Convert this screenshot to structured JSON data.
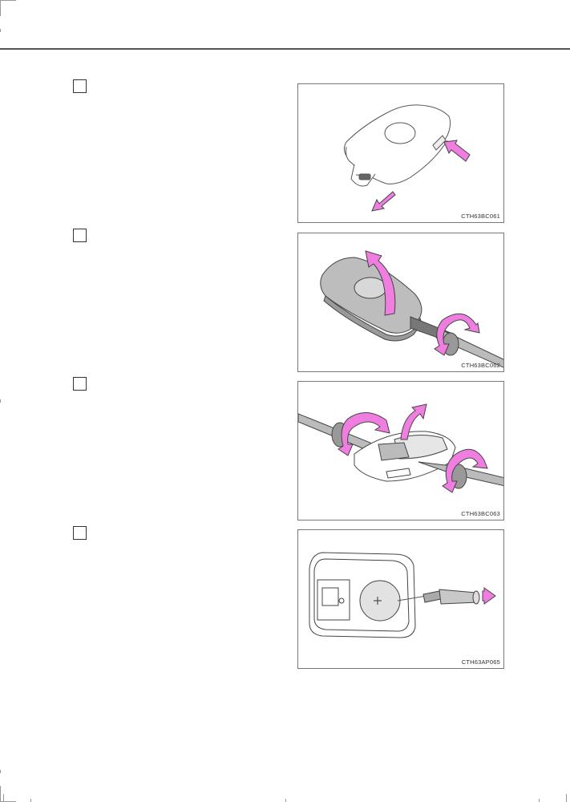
{
  "colors": {
    "arrow": "#f07ee0",
    "arrow_stroke": "#444444",
    "line": "#555555"
  },
  "figures": [
    {
      "code": "CTH63BC061",
      "icon": "key-remove-mechanical-key-illustration"
    },
    {
      "code": "CTH63BC062",
      "icon": "pry-open-cover-screwdriver-illustration"
    },
    {
      "code": "CTH63BC063",
      "icon": "remove-inner-case-screwdriver-illustration"
    },
    {
      "code": "CTH63AP065",
      "icon": "remove-battery-screwdriver-illustration"
    }
  ]
}
